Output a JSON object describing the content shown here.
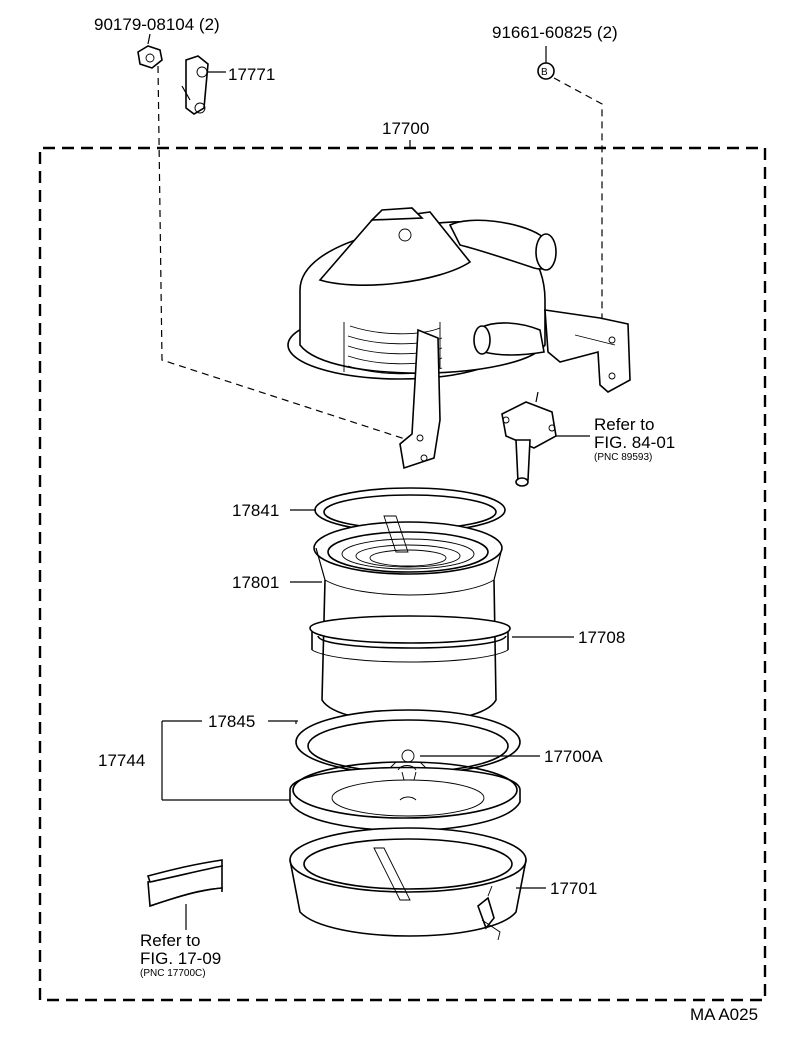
{
  "labels": {
    "bolt_top_left": "90179-08104 (2)",
    "bolt_top_right": "91661-60825 (2)",
    "bolt_marker": "B",
    "bracket": "17771",
    "assembly": "17700",
    "refer_upper_1": "Refer to",
    "refer_upper_2": "FIG. 84-01",
    "refer_upper_3": "(PNC 89593)",
    "gasket_top": "17841",
    "element": "17801",
    "band": "17708",
    "gasket_mid": "17845",
    "case_set": "17744",
    "sub_assy": "17700A",
    "lower_case": "17701",
    "refer_lower_1": "Refer to",
    "refer_lower_2": "FIG. 17-09",
    "refer_lower_3": "(PNC 17700C)",
    "code": "MA A025"
  }
}
